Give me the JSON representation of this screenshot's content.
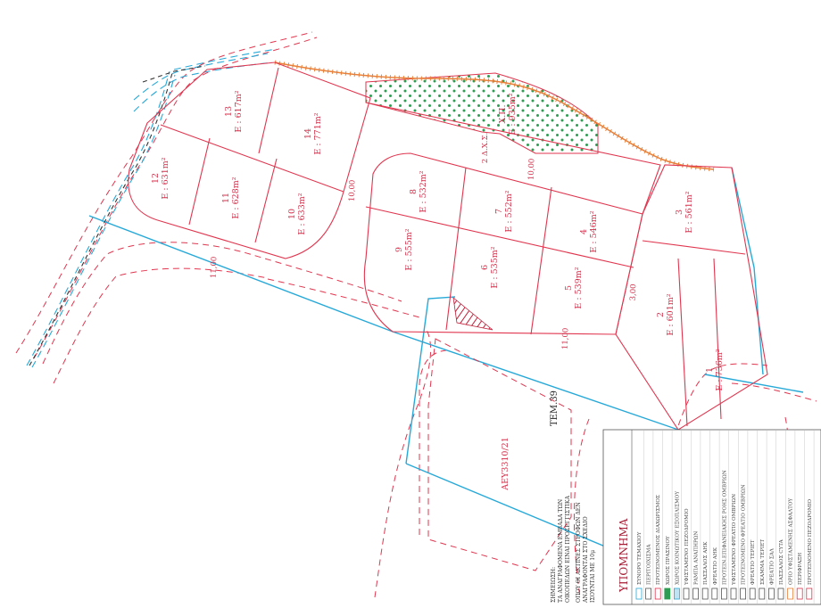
{
  "plots": [
    {
      "num": "1",
      "area": "E : 736m²"
    },
    {
      "num": "2",
      "area": "E : 601m²"
    },
    {
      "num": "3",
      "area": "E : 561m²"
    },
    {
      "num": "4",
      "area": "E : 546m²"
    },
    {
      "num": "5",
      "area": "E : 539m²"
    },
    {
      "num": "6",
      "area": "E : 535m²"
    },
    {
      "num": "7",
      "area": "E : 552m²"
    },
    {
      "num": "8",
      "area": "E : 532m²"
    },
    {
      "num": "9",
      "area": "E : 555m²"
    },
    {
      "num": "10",
      "area": "E : 633m²"
    },
    {
      "num": "11",
      "area": "E : 628m²"
    },
    {
      "num": "12",
      "area": "E : 631m²"
    },
    {
      "num": "13",
      "area": "E : 617m²"
    },
    {
      "num": "14",
      "area": "E : 771m²"
    }
  ],
  "green_area": {
    "name": "Χ.Π.",
    "area": "E : 935m²"
  },
  "corridor_label": "2 Δ.Χ.Σ.",
  "road_widths": [
    "10,00",
    "10,00",
    "11,00",
    "11,00",
    "3,00"
  ],
  "parcel": {
    "code": "ΑΕΥ3310/21",
    "tem": "ΤΕΜ.39"
  },
  "notes": {
    "heading": "ΣΗΜΕΙΩΣΗ:",
    "line1": "ΤΑ ΑΝΑΓΡΑΦΟΜΕΝΑ ΕΜΒΑΔΑ ΤΩΝ",
    "line2": "ΟΙΚΟΠΕΔΩΝ ΕΙΝΑΙ ΠΡΟΣΕΓΓΙΣΤΙΚΑ",
    "line3": "ΟΠΟΥ ΟΙ ΑΚΤΙΝΕΣ ΣΤΡΟΦΩΝ ΔΕΝ",
    "line4": "ΑΝΑΓΡΑΦΟΝΤΑΙ ΣΤΟ ΣΧΕΔΙΟ",
    "line5": "ΙΣΟΥΝΤΑΙ ΜΕ 10μ"
  },
  "legend": {
    "title": "ΥΠΟΜΝΗΜΑ",
    "items": [
      "ΣΥΝΟΡΟ ΤΕΜΑΧΙΟΥ",
      "ΠΕΡΙΤΟΙΧΙΣΜΑ",
      "ΠΡΟΤΕΙΝΟΜΕΝΟΣ ΔΙΑΧΩΡΙΣΜΟΣ",
      "ΧΩΡΟΣ ΠΡΑΣΙΝΟΥ",
      "ΧΩΡΟΣ ΚΟΙΝΩΤΙΚΟΥ ΕΞΟΠΛΙΣΜΟΥ",
      "ΥΦΙΣΤΑΜΕΝΟ ΠΕΖΟΔΡΟΜΙΟ",
      "ΡΑΜΠΑ ΑΝΑΠΗΡΩΝ",
      "ΠΑΣΣΑΛΟΣ ΑΗΚ",
      "ΦΡΕΑΤΙΟ ΑΗΚ",
      "ΠΡΟΤΕΙΝ.ΕΠΙΦΑΝΕΙΑΚΗΣ ΡΟΗΣ ΟΜΒΡΙΩΝ",
      "ΥΦΙΣΤΑΜΕΝΟ ΦΡΕΑΤΙΟ ΟΜΒΡΙΩΝ",
      "ΠΡΟΤΕΙΝΟΜΕΝΟ ΦΡΕΑΤΙΟ ΟΜΒΡΙΩΝ",
      "ΦΡΕΑΤΙΟ ΤΕΡΙΕΤ",
      "ΣΚΑΜΜΑ ΤΕΡΙΕΤ",
      "ΦΡΕΑΤΙΟ ΣΑΛ",
      "ΠΑΣΣΑΛΟΣ CYTA",
      "ΟΡΙΟ ΥΦΙΣΤΑΜΕΝΗΣ ΑΣΦΑΛΤΟΥ",
      "ΠΕΡΙΦΡΑΞΗ",
      "ΠΡΟΤΕΙΝΟΜΕΝΟ ΠΕΖΟΔΡΟΜΙΟ"
    ]
  },
  "colors": {
    "plot_line": "#e0364f",
    "boundary_blue": "#27a9d8",
    "green_dots": "#2e9c52",
    "fence_orange": "#e8803a"
  }
}
